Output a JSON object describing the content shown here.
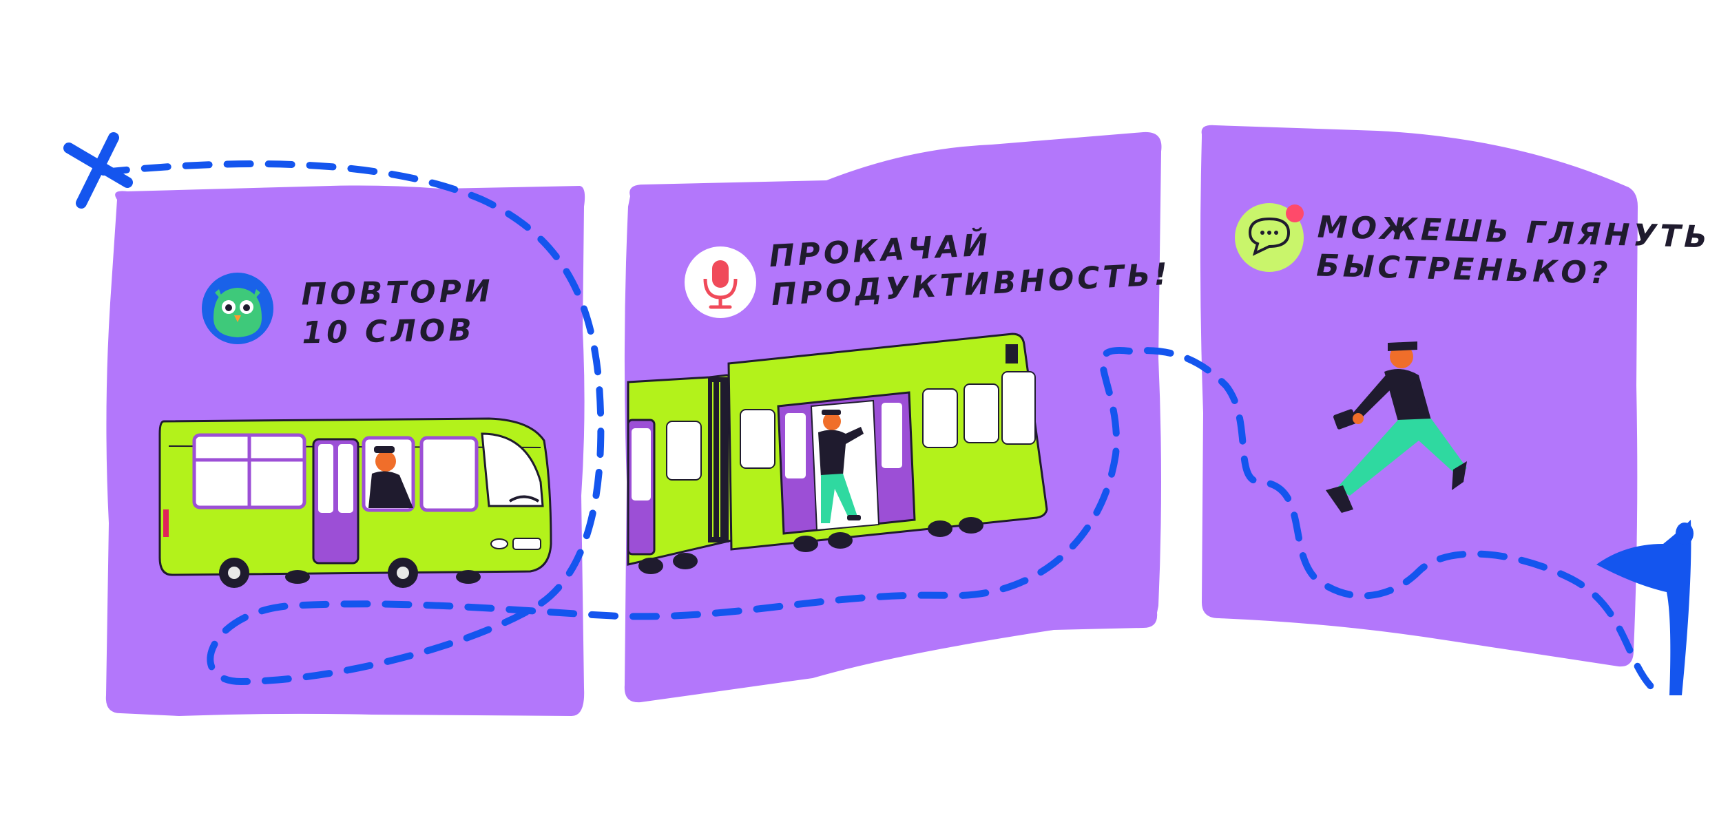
{
  "panels": [
    {
      "lines": [
        "Повтори",
        "10 слов"
      ],
      "icon": "owl-app-icon",
      "vehicle": "bus"
    },
    {
      "lines": [
        "Прокачай",
        "продуктивность!"
      ],
      "icon": "microphone-icon",
      "vehicle": "tram"
    },
    {
      "lines": [
        "Можешь глянуть",
        "быстренько?"
      ],
      "icon": "chat-bubble-notification-icon",
      "vehicle": "walking-person"
    }
  ],
  "colors": {
    "panel": "#b377fb",
    "vehicle_green": "#b3f21b",
    "route_blue": "#1455ee",
    "door_purple": "#9c4fd6",
    "text": "#1f1b2e",
    "icon_blue": "#1a62e8",
    "chat_icon_bg": "#c9f56b",
    "notification_dot": "#ff4a6a",
    "mic_red": "#f04a5a"
  }
}
